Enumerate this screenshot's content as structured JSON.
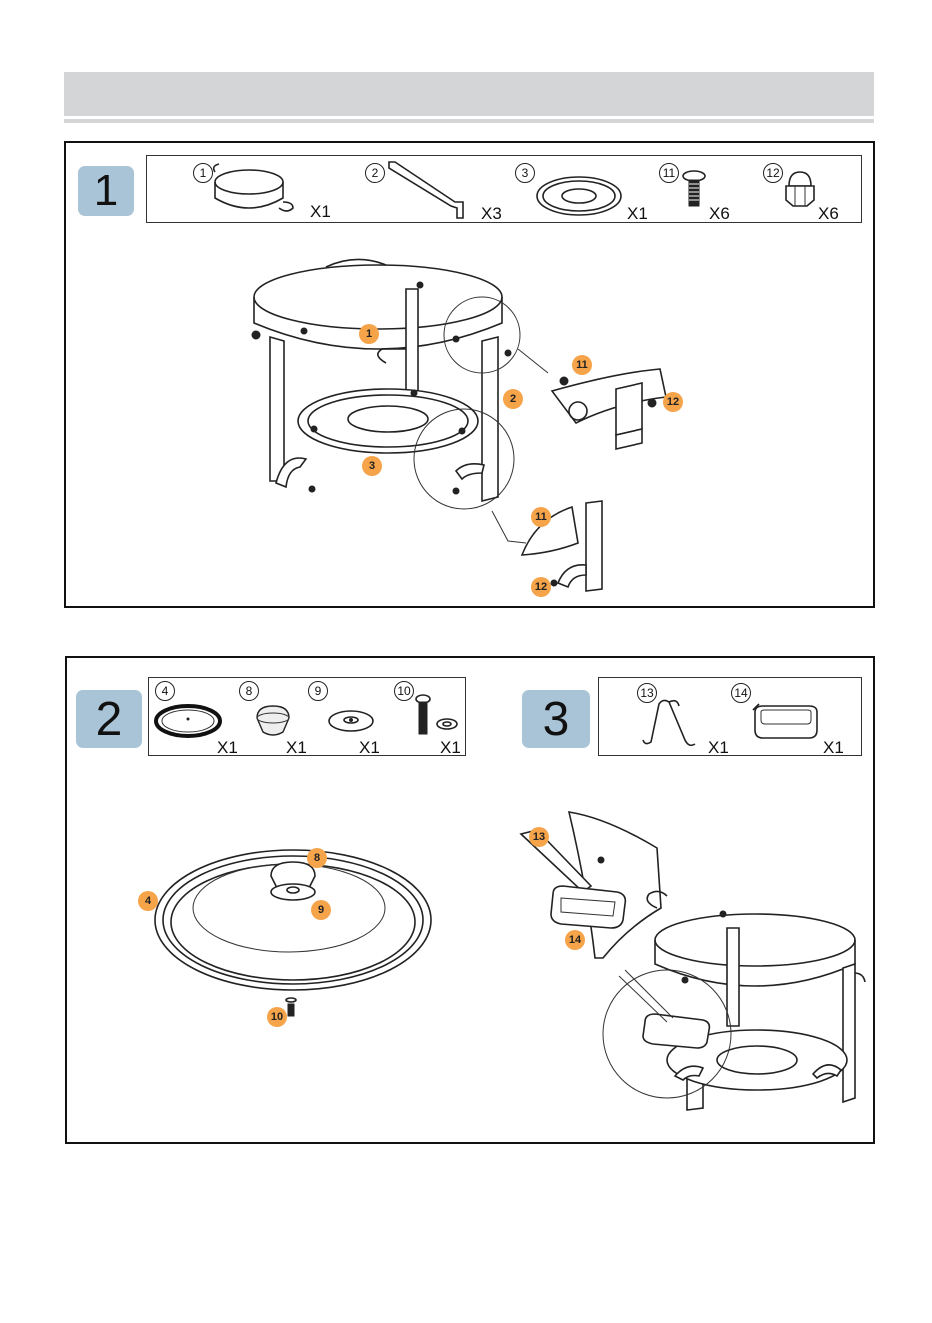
{
  "header": {
    "title": ""
  },
  "step1": {
    "badge": "1",
    "parts": [
      {
        "num": "1",
        "qty": "X1",
        "icon": "ring-frame-icon"
      },
      {
        "num": "2",
        "qty": "X3",
        "icon": "leg-bracket-icon"
      },
      {
        "num": "3",
        "qty": "X1",
        "icon": "base-plate-icon"
      },
      {
        "num": "11",
        "qty": "X6",
        "icon": "screw-icon"
      },
      {
        "num": "12",
        "qty": "X6",
        "icon": "cap-nut-icon"
      }
    ],
    "callouts": {
      "c1": "1",
      "c2": "2",
      "c3": "3",
      "c11a": "11",
      "c12a": "12",
      "c11b": "11",
      "c12b": "12"
    }
  },
  "step2": {
    "badge": "2",
    "parts": [
      {
        "num": "4",
        "qty": "X1",
        "icon": "lid-ring-icon"
      },
      {
        "num": "8",
        "qty": "X1",
        "icon": "knob-icon"
      },
      {
        "num": "9",
        "qty": "X1",
        "icon": "washer-plate-icon"
      },
      {
        "num": "10",
        "qty": "X1",
        "icon": "bolt-washer-icon"
      }
    ],
    "callouts": {
      "c4": "4",
      "c8": "8",
      "c9": "9",
      "c10": "10"
    }
  },
  "step3": {
    "badge": "3",
    "parts": [
      {
        "num": "13",
        "qty": "X1",
        "icon": "wire-hook-icon"
      },
      {
        "num": "14",
        "qty": "X1",
        "icon": "fuel-holder-icon"
      }
    ],
    "callouts": {
      "c13": "13",
      "c14": "14"
    }
  }
}
